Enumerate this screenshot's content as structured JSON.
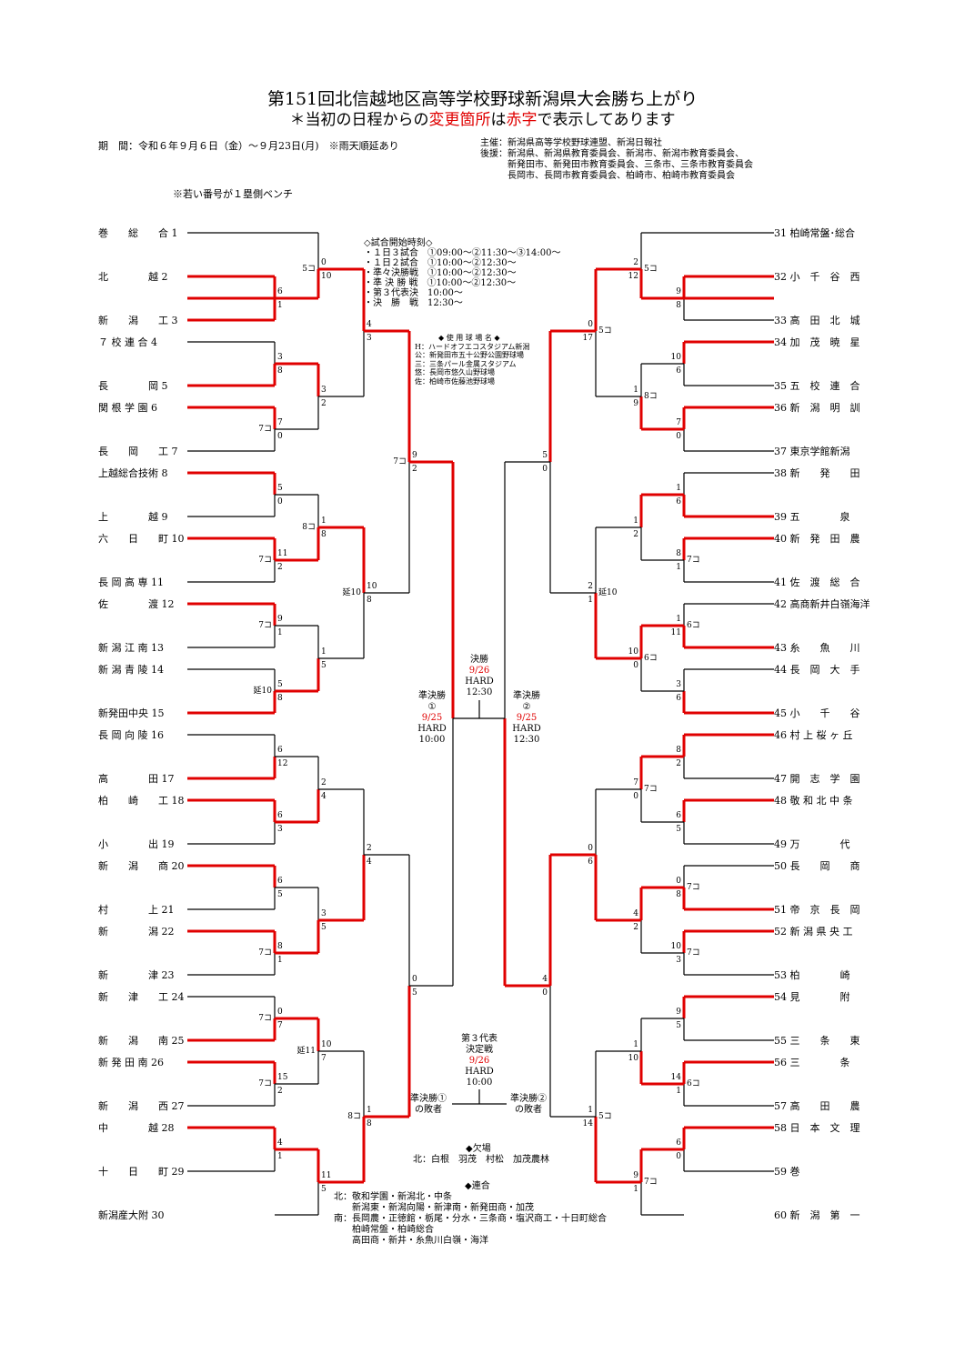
{
  "title": "第151回北信越地区高等学校野球新潟県大会勝ち上がり",
  "subtitle": {
    "prefix": "＊当初の日程からの",
    "red1": "変更箇所",
    "mid": "は",
    "red2": "赤字",
    "suffix": "で表示してあります"
  },
  "period": "期　間：令和６年９月６日（金）～９月23日(月)　※雨天順延あり",
  "organizers": {
    "line1": "主催：新潟県高等学校野球連盟、新潟日報社",
    "line2": "後援：新潟県、新潟県教育委員会、新潟市、新潟市教育委員会、",
    "line3": "新発田市、新発田市教育委員会、三条市、三条市教育委員会",
    "line4": "長岡市、長岡市教育委員会、柏崎市、柏崎市教育委員会"
  },
  "bench_note": "※若い番号が１塁側ベンチ",
  "start_times": {
    "heading": "◇試合開始時刻◇",
    "lines": [
      "・１日３試合　①09:00～②11:30～③14:00～",
      "・１日２試合　①10:00～②12:30～",
      "・準々決勝戦　①10:00～②12:30～",
      "・準 決 勝 戦　①10:00～②12:30～",
      "・第３代表決　10:00～",
      "・決　勝　戦　12:30～"
    ]
  },
  "venues": {
    "heading": "◆ 使 用 球 場 名 ◆",
    "lines": [
      "H：ハードオフエコスタジアム新潟",
      "公：新発田市五十公野公園野球場",
      "三：三条パール金属スタジアム",
      "悠：長岡市悠久山野球場",
      "佐：柏崎市佐藤池野球場"
    ]
  },
  "final": {
    "label": "決勝",
    "date": "9/26",
    "venue": "HARD",
    "time": "12:30"
  },
  "semi1": {
    "label": "準決勝",
    "num": "①",
    "date": "9/25",
    "venue": "HARD",
    "time": "10:00"
  },
  "semi2": {
    "label": "準決勝",
    "num": "②",
    "date": "9/25",
    "venue": "HARD",
    "time": "12:30"
  },
  "third": {
    "label1": "第３代表",
    "label2": "決定戦",
    "date": "9/26",
    "venue": "HARD",
    "time": "10:00",
    "left1": "準決勝①",
    "left2": "の敗者",
    "right1": "準決勝②",
    "right2": "の敗者"
  },
  "absent": {
    "heading": "◆欠場",
    "line": "北：白根　羽茂　村松　加茂農林"
  },
  "combined": {
    "heading": "◆連合",
    "lines": [
      "北：敬和学園・新潟北・中条",
      "　　新潟東・新潟向陽・新津南・新発田商・加茂",
      "南：長岡農・正徳館・栃尾・分水・三条商・塩沢商工・十日町総合",
      "　　柏崎常盤・柏崎総合",
      "　　高田商・新井・糸魚川白嶺・海洋"
    ]
  },
  "left_teams": [
    "巻　　総　　合 1",
    "北　　　　越 2",
    "新　　潟　　工 3",
    "７ 校 連 合 4",
    "長　　　　岡 5",
    "関 根 学 園 6",
    "長　　岡　　工 7",
    "上越総合技術 8",
    "上　　　　越 9",
    "六　　日　　町 10",
    "長 岡 高 専 11",
    "佐　　　　渡 12",
    "新 潟 江 南 13",
    "新 潟 青 陵 14",
    "新発田中央 15",
    "長 岡 向 陵 16",
    "高　　　　田 17",
    "柏　　崎　　工 18",
    "小　　　　出 19",
    "新　　潟　　商 20",
    "村　　　　上 21",
    "新　　　　潟 22",
    "新　　　　津 23",
    "新　　津　　工 24",
    "新　　潟　　南 25",
    "新 発 田 南 26",
    "新　　潟　　西 27",
    "中　　　　越 28",
    "十　　日　　町 29",
    "新潟産大附 30"
  ],
  "right_teams": [
    "31 柏崎常盤･総合",
    "32 小　千　谷　西",
    "33 高　田　北　城",
    "34 加　茂　暁　星",
    "35 五　校　連　合",
    "36 新　潟　明　訓",
    "37 東京学館新潟",
    "38 新　　発　　田",
    "39 五　　　　泉",
    "40 新　発　田　農",
    "41 佐　渡　総　合",
    "42 高商新井白嶺海洋",
    "43 糸　　魚　　川",
    "44 長　岡　大　手",
    "45 小　　千　　谷",
    "46 村 上 桜 ヶ 丘",
    "47 開　志　学　園",
    "48 敬 和 北 中 条",
    "49 万　　　　代",
    "50 長　　岡　　商",
    "51 帝　京　長　岡",
    "52 新 潟 県 央 工",
    "53 柏　　　　崎",
    "54 見　　　　附",
    "55 三　　条　　東",
    "56 三　　　　条",
    "57 高　　田　　農",
    "58 日　本　文　理",
    "59 巻",
    "60 新　潟　第　一"
  ],
  "scores": {
    "r1a": [
      "0",
      "10",
      "5コ"
    ],
    "r1b": [
      "6",
      "1"
    ],
    "r1c": [
      "3",
      "8"
    ],
    "r1d": [
      "3",
      "2"
    ],
    "r1e": [
      "7",
      "0",
      "7コ"
    ],
    "r2a": [
      "4",
      "3"
    ],
    "r1f": [
      "5",
      "0"
    ],
    "r1g": [
      "1",
      "8",
      "8コ"
    ],
    "r1h": [
      "11",
      "2",
      "7コ"
    ],
    "r1i": [
      "9",
      "1",
      "7コ"
    ],
    "r1j": [
      "1",
      "5"
    ],
    "r1k": [
      "5",
      "8",
      "延10"
    ],
    "r2b": [
      "10",
      "8",
      "延10"
    ],
    "q1": [
      "9",
      "2",
      "7コ"
    ],
    "r1l": [
      "6",
      "12"
    ],
    "r1m": [
      "2",
      "4"
    ],
    "r1n": [
      "6",
      "3"
    ],
    "r1o": [
      "6",
      "5"
    ],
    "r1p": [
      "3",
      "5"
    ],
    "r1q": [
      "8",
      "1",
      "7コ"
    ],
    "r2c": [
      "2",
      "4"
    ],
    "r1r": [
      "0",
      "7",
      "7コ"
    ],
    "r1s": [
      "10",
      "7",
      "延11"
    ],
    "r1t": [
      "15",
      "2",
      "7コ"
    ],
    "r1u": [
      "4",
      "1"
    ],
    "r1v": [
      "11",
      "5"
    ],
    "r2d": [
      "1",
      "8",
      "8コ"
    ],
    "q2": [
      "0",
      "5"
    ],
    "rr1a": [
      "2",
      "12",
      "5コ"
    ],
    "rr1b": [
      "9",
      "8"
    ],
    "rr1c": [
      "10",
      "6"
    ],
    "rr1d": [
      "7",
      "0"
    ],
    "rr1e": [
      "1",
      "9",
      "8コ"
    ],
    "rr2a": [
      "0",
      "17",
      "5コ"
    ],
    "q3": [
      "5",
      "0"
    ],
    "rr1f": [
      "1",
      "6"
    ],
    "rr1g": [
      "1",
      "2"
    ],
    "rr1h": [
      "8",
      "1",
      "7コ"
    ],
    "rr2b": [
      "2",
      "1",
      "延10"
    ],
    "rr1i": [
      "1",
      "11",
      "6コ"
    ],
    "rr1j": [
      "10",
      "0",
      "6コ"
    ],
    "rr1k": [
      "3",
      "6"
    ],
    "rr1l": [
      "8",
      "2"
    ],
    "rr1m": [
      "7",
      "0",
      "7コ"
    ],
    "rr1n": [
      "6",
      "5"
    ],
    "rr2c": [
      "0",
      "6"
    ],
    "rr1o": [
      "0",
      "8",
      "7コ"
    ],
    "rr1p": [
      "4",
      "2"
    ],
    "rr1q": [
      "10",
      "3",
      "7コ"
    ],
    "q4": [
      "4",
      "0"
    ],
    "rr1r": [
      "9",
      "5"
    ],
    "rr1s": [
      "1",
      "10"
    ],
    "rr1t": [
      "14",
      "1",
      "6コ"
    ],
    "rr2d": [
      "1",
      "14",
      "5コ"
    ],
    "rr1u": [
      "6",
      "0"
    ],
    "rr1v": [
      "9",
      "1",
      "7コ"
    ]
  },
  "colors": {
    "win": "#e00000",
    "line": "#000000"
  }
}
